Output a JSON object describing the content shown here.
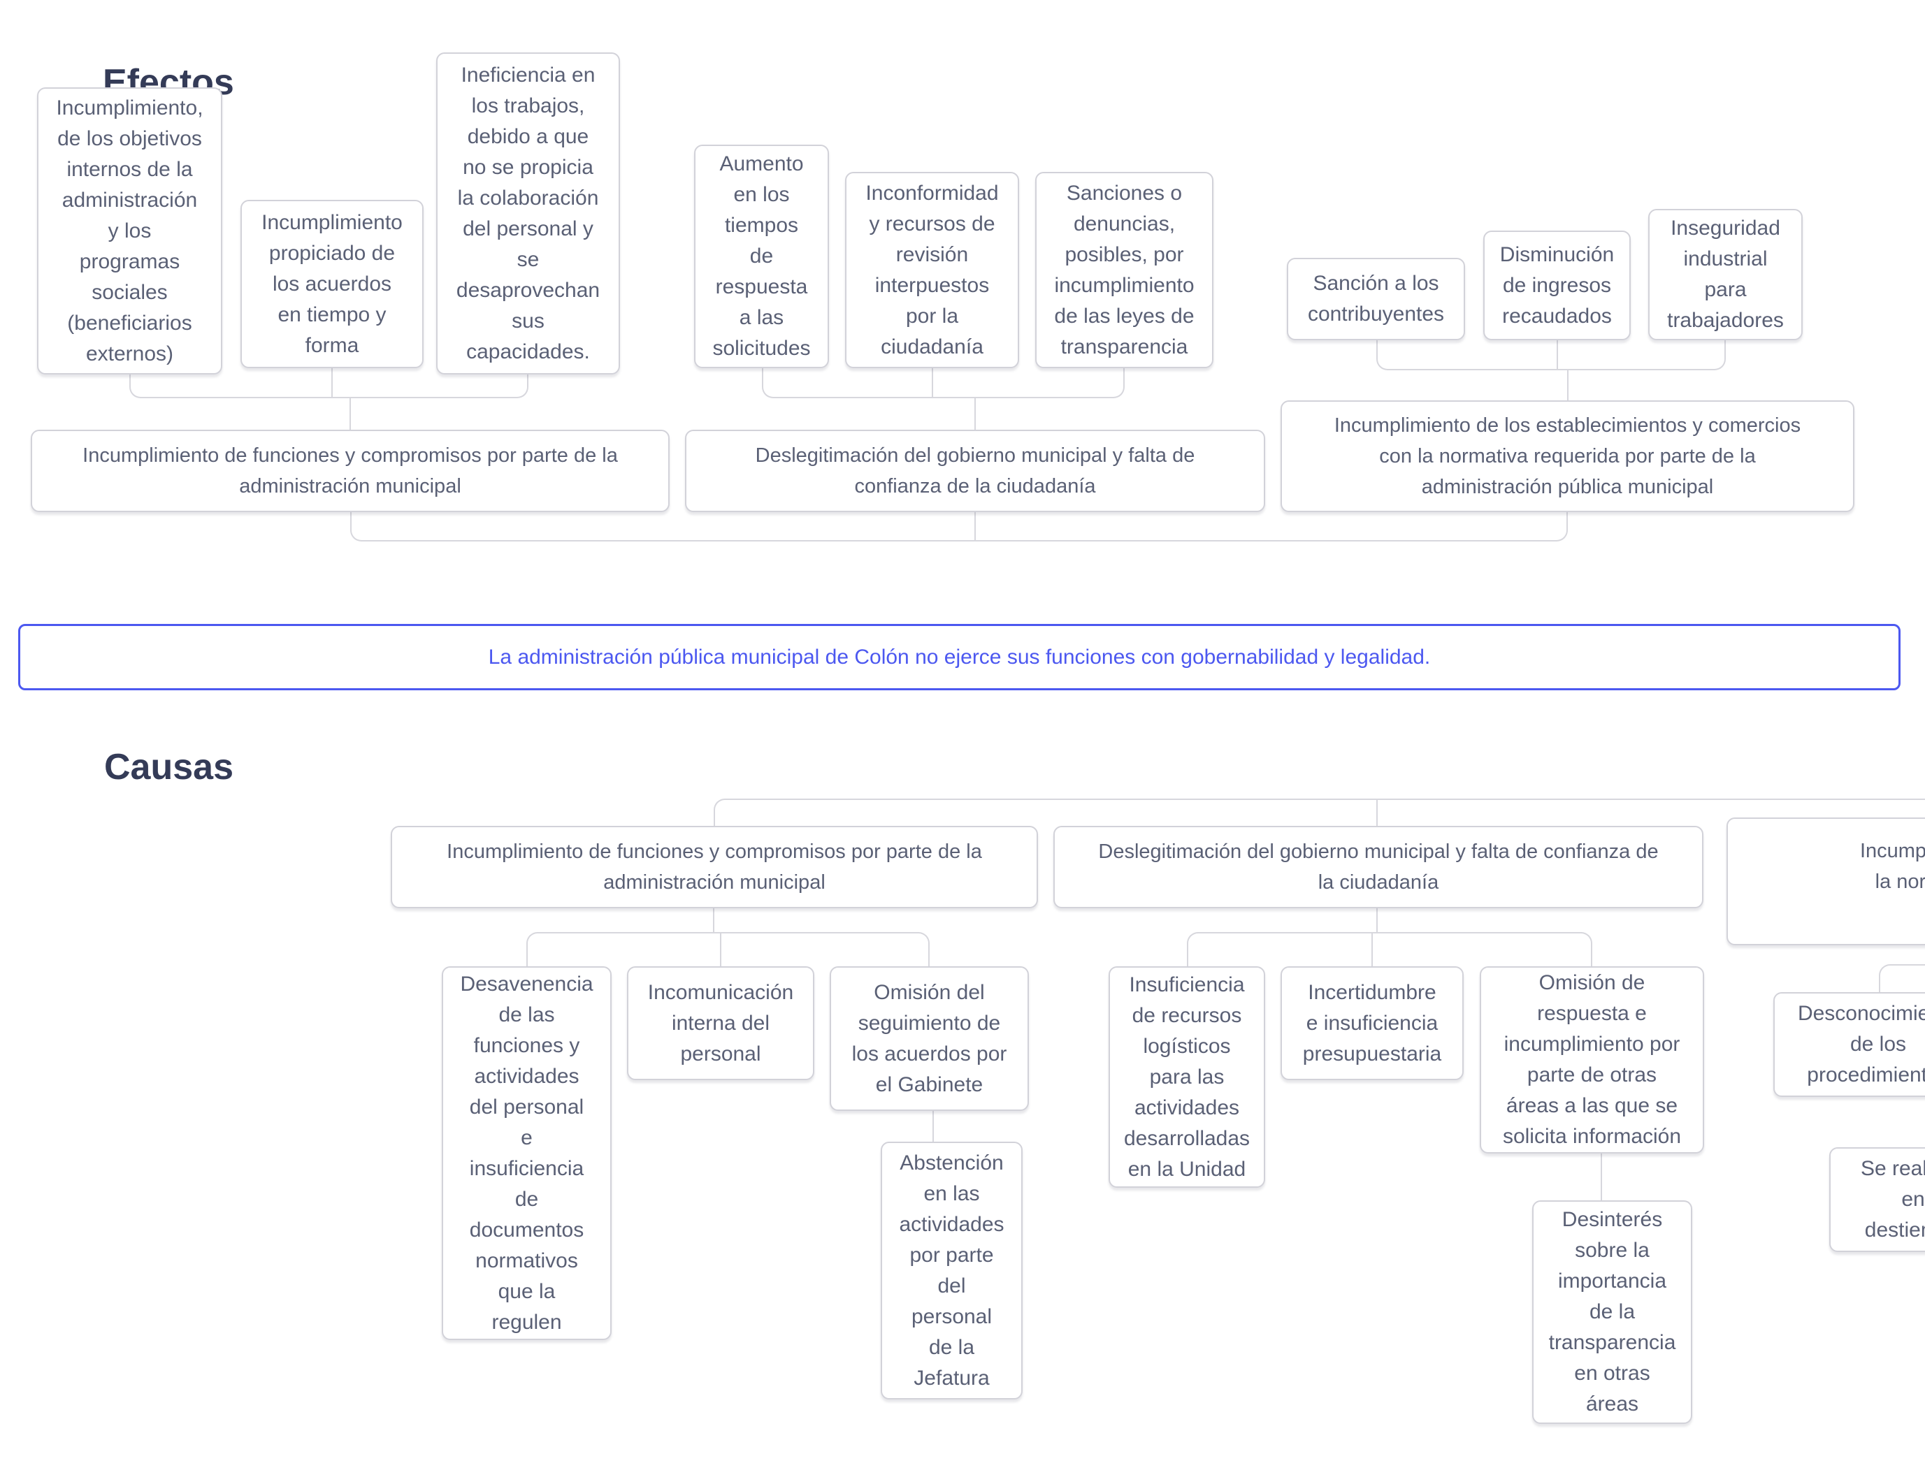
{
  "titles": {
    "effects": "Efectos",
    "causes": "Causas"
  },
  "problem": {
    "text": "La administración pública municipal de Colón no ejerce sus funciones con gobernabilidad y legalidad.",
    "accent_color": "#4c58f0"
  },
  "effects": {
    "top": [
      {
        "id": "e1",
        "text": "Incumplimiento,\nde los objetivos\ninternos de la\nadministración\ny los\nprogramas\nsociales\n(beneficiarios\nexternos)"
      },
      {
        "id": "e2",
        "text": "Incumplimiento\npropiciado de\nlos acuerdos\nen tiempo y\nforma"
      },
      {
        "id": "e3",
        "text": "Ineficiencia en\nlos trabajos,\ndebido a que\nno se propicia\nla colaboración\ndel personal y\nse\ndesaprovechan\nsus\ncapacidades."
      },
      {
        "id": "e4",
        "text": "Aumento\nen los\ntiempos\nde\nrespuesta\na las\nsolicitudes"
      },
      {
        "id": "e5",
        "text": "Inconformidad\ny recursos de\nrevisión\ninterpuestos\npor la\nciudadanía"
      },
      {
        "id": "e6",
        "text": "Sanciones o\ndenuncias,\nposibles, por\nincumplimiento\nde las leyes de\ntransparencia"
      },
      {
        "id": "e7",
        "text": "Sanción a los\ncontribuyentes"
      },
      {
        "id": "e8",
        "text": "Disminución\nde ingresos\nrecaudados"
      },
      {
        "id": "e9",
        "text": "Inseguridad\nindustrial\npara\ntrabajadores"
      }
    ],
    "mid": [
      {
        "id": "el1",
        "text": "Incumplimiento de funciones y compromisos por parte de la\nadministración municipal"
      },
      {
        "id": "el2",
        "text": "Deslegitimación del gobierno municipal y falta de\nconfianza de la ciudadanía"
      },
      {
        "id": "el3",
        "text": "Incumplimiento de los establecimientos y comercios\ncon la normativa requerida por parte de la\nadministración pública municipal"
      }
    ]
  },
  "causes": {
    "level1": [
      {
        "id": "c1",
        "text": "Incumplimiento de funciones y compromisos por parte de la\nadministración municipal"
      },
      {
        "id": "c2",
        "text": "Deslegitimación del gobierno municipal y falta de confianza de\nla ciudadanía"
      },
      {
        "id": "c3",
        "text": "Incumplimiento de los establecimientos y comercios con\nla normativa requerida por parte de la administración\npública municipal"
      }
    ],
    "level2": [
      {
        "id": "c1a",
        "text": "Desavenencia\nde las\nfunciones y\nactividades\ndel personal\ne\ninsuficiencia\nde\ndocumentos\nnormativos\nque la\nregulen"
      },
      {
        "id": "c1b",
        "text": "Incomunicación\ninterna del\npersonal"
      },
      {
        "id": "c1c",
        "text": "Omisión del\nseguimiento de\nlos acuerdos por\nel Gabinete"
      },
      {
        "id": "c2a",
        "text": "Insuficiencia\nde recursos\nlogísticos\npara las\nactividades\ndesarrolladas\nen la Unidad"
      },
      {
        "id": "c2b",
        "text": "Incertidumbre\ne insuficiencia\npresupuestaria"
      },
      {
        "id": "c2c",
        "text": "Omisión de\nrespuesta e\nincumplimiento por\nparte de otras\náreas a las que se\nsolicita información"
      },
      {
        "id": "c3a",
        "text": "Desconocimiento\nde los\nprocedimientos"
      },
      {
        "id": "c3b",
        "text": "Se realizan\nen\ndestiempo"
      }
    ],
    "level3": [
      {
        "id": "c1c1",
        "text": "Abstención\nen las\nactividades\npor parte\ndel\npersonal\nde la\nJefatura"
      },
      {
        "id": "c2c1",
        "text": "Desinterés\nsobre la\nimportancia\nde la\ntransparencia\nen otras\náreas"
      }
    ]
  },
  "colors": {
    "problem_accent": "#4c58f0",
    "node_text": "#5a6075",
    "node_border": "#d2d2d9",
    "connector": "#d7d7dd",
    "heading": "#343b57"
  }
}
